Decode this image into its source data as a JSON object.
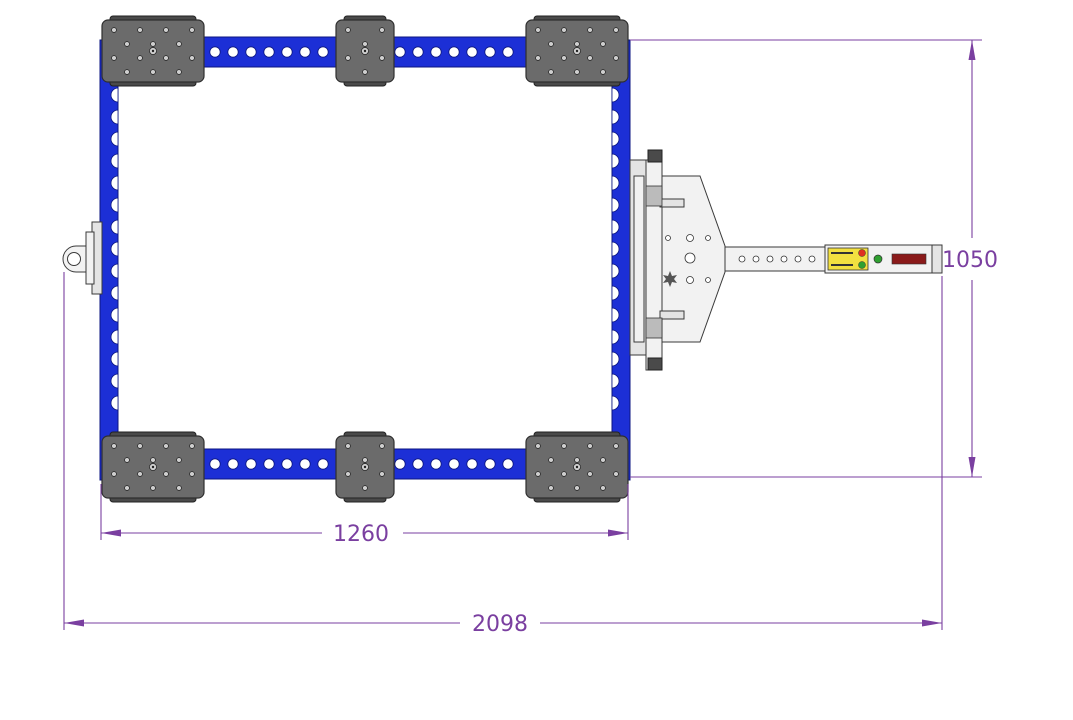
{
  "diagram": {
    "dimensions": [
      {
        "name": "frame-width",
        "value": "1260"
      },
      {
        "name": "overall-length",
        "value": "2098"
      },
      {
        "name": "frame-depth",
        "value": "1050"
      }
    ],
    "colors": {
      "frame": "#1c2fd6",
      "caster_plate": "#6b6b6b",
      "dimension_line": "#7a3fa0",
      "handle_label": "#f2e040"
    }
  }
}
